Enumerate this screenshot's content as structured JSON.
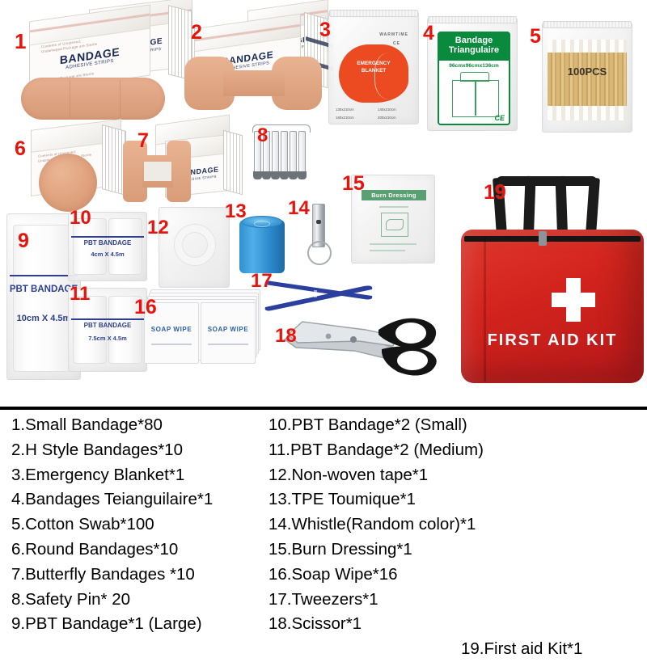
{
  "photo": {
    "background_color": "#ffffff",
    "number_color": "#e8140c",
    "items": [
      {
        "num": "1",
        "name": "small-bandage-boxes"
      },
      {
        "num": "2",
        "name": "h-style-bandage-boxes"
      },
      {
        "num": "3",
        "name": "emergency-blanket-pack"
      },
      {
        "num": "4",
        "name": "triangular-bandage-pack"
      },
      {
        "num": "5",
        "name": "cotton-swab-bag"
      },
      {
        "num": "6",
        "name": "round-bandage-boxes"
      },
      {
        "num": "7",
        "name": "butterfly-bandage-boxes"
      },
      {
        "num": "8",
        "name": "safety-pins"
      },
      {
        "num": "9",
        "name": "pbt-bandage-large"
      },
      {
        "num": "10",
        "name": "pbt-bandage-small"
      },
      {
        "num": "11",
        "name": "pbt-bandage-medium"
      },
      {
        "num": "12",
        "name": "non-woven-tape"
      },
      {
        "num": "13",
        "name": "tpe-tourniquet"
      },
      {
        "num": "14",
        "name": "whistle"
      },
      {
        "num": "15",
        "name": "burn-dressing"
      },
      {
        "num": "16",
        "name": "soap-wipes"
      },
      {
        "num": "17",
        "name": "tweezers"
      },
      {
        "num": "18",
        "name": "scissors"
      },
      {
        "num": "19",
        "name": "first-aid-kit-bag"
      }
    ],
    "labels": {
      "bandage_box_title": "BANDAGE",
      "bandage_box_subtitle": "ADHESIVE STRIPS",
      "bandage_box_microtext": "Contents of Unopened,",
      "bandage_box_microtext2": "Undamaged Package are Sterile",
      "blanket_header": "WARMTIME",
      "blanket_title_line1": "EMERGENCY",
      "blanket_title_line2": "BLANKET",
      "blanket_ce": "CE",
      "blanket_size_1": "130x210cm",
      "blanket_size_2": "140x210cm",
      "blanket_size_3": "160x210cm",
      "blanket_size_4": "200x210cm",
      "tri_title_line1": "Bandage",
      "tri_title_line2": "Triangulaire",
      "tri_dims": "96cmx96cmx136cm",
      "tri_ce": "CE",
      "swab_count": "100PCS",
      "pbt_large_title": "PBT BANDAGE",
      "pbt_large_dim": "10cm X 4.5m",
      "pbt_small_title": "PBT BANDAGE",
      "pbt_small_dim": "4cm X 4.5m",
      "pbt_medium_title": "PBT BANDAGE",
      "pbt_medium_dim": "7.5cm X 4.5m",
      "burn_dressing_title": "Burn Dressing",
      "soap_wipe_title": "SOAP WIPE",
      "bag_text": "FIRST AID KIT",
      "bag_color": "#d3241d",
      "bag_handle_color": "#1b1b1b",
      "cross_color": "#ffffff"
    }
  },
  "contents_list": {
    "left_column": [
      "1.Small Bandage*80",
      "2.H Style Bandages*10",
      "3.Emergency Blanket*1",
      "4.Bandages Teianguilaire*1",
      "5.Cotton Swab*100",
      "6.Round Bandages*10",
      "7.Butterfly Bandages *10",
      "8.Safety Pin* 20",
      "9.PBT Bandage*1 (Large)"
    ],
    "right_column": [
      "10.PBT Bandage*2 (Small)",
      "11.PBT Bandage*2 (Medium)",
      "12.Non-woven tape*1",
      "13.TPE Toumique*1",
      "14.Whistle(Random color)*1",
      "15.Burn Dressing*1",
      "16.Soap Wipe*16",
      "17.Tweezers*1",
      "18.Scissor*1"
    ],
    "extra_item": "19.First aid Kit*1"
  }
}
